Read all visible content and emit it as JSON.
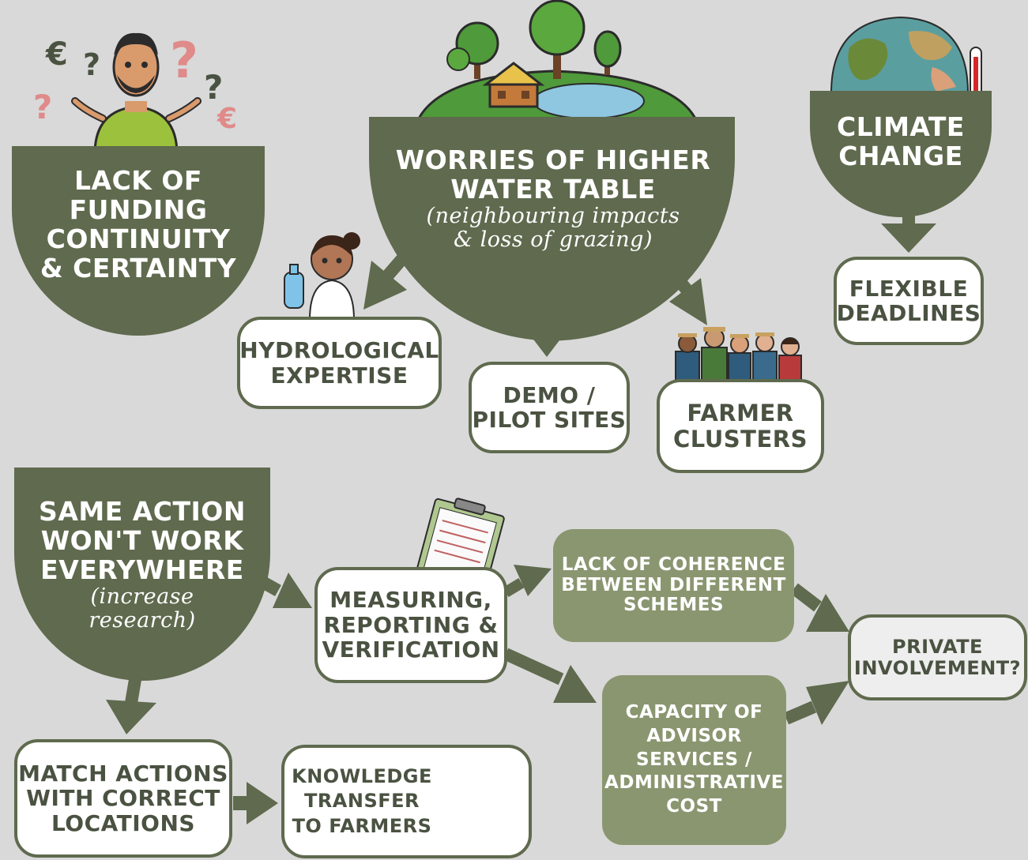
{
  "nodes": {
    "lack_funding": {
      "lines": [
        "LACK OF",
        "FUNDING",
        "CONTINUITY",
        "& CERTAINTY"
      ]
    },
    "water_table": {
      "lines": [
        "WORRIES OF HIGHER",
        "WATER TABLE"
      ],
      "sub": [
        "(neighbouring impacts",
        "& loss of grazing)"
      ]
    },
    "climate_change": {
      "lines": [
        "CLIMATE",
        "CHANGE"
      ]
    },
    "hydrological": {
      "lines": [
        "HYDROLOGICAL",
        "EXPERTISE"
      ]
    },
    "demo_pilot": {
      "lines": [
        "DEMO /",
        "PILOT SITES"
      ]
    },
    "farmer_clusters": {
      "lines": [
        "FARMER",
        "CLUSTERS"
      ]
    },
    "flexible_deadlines": {
      "lines": [
        "FLEXIBLE",
        "DEADLINES"
      ]
    },
    "same_action": {
      "lines": [
        "SAME ACTION",
        "WON'T WORK",
        "EVERYWHERE"
      ],
      "sub": [
        "(increase",
        "research)"
      ]
    },
    "mrv": {
      "lines": [
        "MEASURING,",
        "REPORTING &",
        "VERIFICATION"
      ]
    },
    "coherence": {
      "lines": [
        "LACK OF COHERENCE",
        "BETWEEN DIFFERENT",
        "SCHEMES"
      ]
    },
    "private": {
      "lines": [
        "PRIVATE",
        "INVOLVEMENT?"
      ]
    },
    "capacity": {
      "lines": [
        "CAPACITY OF",
        "ADVISOR",
        "SERVICES /",
        "ADMINISTRATIVE",
        "COST"
      ]
    },
    "match_actions": {
      "lines": [
        "MATCH ACTIONS",
        "WITH CORRECT",
        "LOCATIONS"
      ]
    },
    "knowledge": {
      "lines": [
        "KNOWLEDGE",
        "TRANSFER",
        "TO FARMERS"
      ]
    }
  },
  "icons": [
    "confused-man-icon",
    "hill-house-trees-icon",
    "globe-icon",
    "thermometer-icon",
    "scientist-icon",
    "farmers-group-icon",
    "clipboard-icon",
    "advisor-farmer-icon",
    "euro-icon",
    "question-mark-icon"
  ],
  "colors": {
    "background": "#d9d9d9",
    "dark_green": "#5f6a4e",
    "mid_green": "#8a9670",
    "box_fill": "#ffffff",
    "box_border": "#5f6a4e",
    "private_fill": "#eeeeee",
    "question_red": "#e08a8a"
  }
}
